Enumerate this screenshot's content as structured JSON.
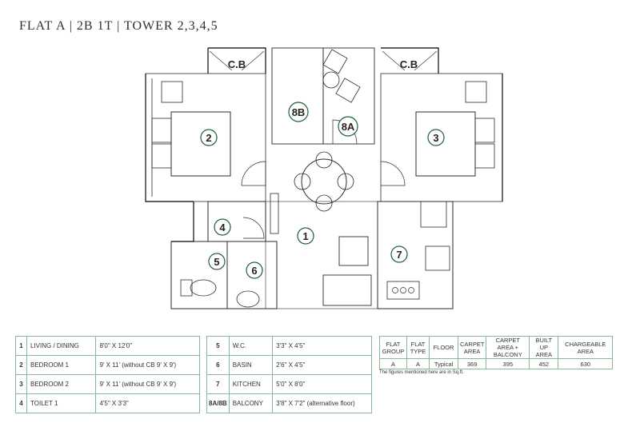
{
  "title": "FLAT A | 2B 1T | TOWER 2,3,4,5",
  "plan_labels": {
    "cb_left": "C.B",
    "cb_right": "C.B",
    "r1": "1",
    "r2": "2",
    "r3": "3",
    "r4": "4",
    "r5": "5",
    "r6": "6",
    "r7": "7",
    "r8a": "8A",
    "r8b": "8B"
  },
  "colors": {
    "accent": "#1e5f3a",
    "line": "#2b2b2b",
    "table_border": "#8ab79a"
  },
  "rooms_left": [
    {
      "num": "1",
      "name": "LIVING / DINING",
      "size": "8'0\" X 12'0\""
    },
    {
      "num": "2",
      "name": "BEDROOM 1",
      "size": "9' X 11' (without CB 9' X 9')"
    },
    {
      "num": "3",
      "name": "BEDROOM 2",
      "size": "9' X 11' (without CB 9' X 9')"
    },
    {
      "num": "4",
      "name": "TOILET 1",
      "size": "4'5\" X 3'3\""
    }
  ],
  "rooms_right": [
    {
      "num": "5",
      "name": "W.C.",
      "size": "3'3\" X 4'5\""
    },
    {
      "num": "6",
      "name": "BASIN",
      "size": "2'6\" X 4'5\""
    },
    {
      "num": "7",
      "name": "KITCHEN",
      "size": "5'0\" X 8'0\""
    },
    {
      "num": "8A/8B",
      "name": "BALCONY",
      "size": "3'8\" X 7'2\" (alternative floor)"
    }
  ],
  "area_table": {
    "headers": [
      "FLAT GROUP",
      "FLAT TYPE",
      "FLOOR",
      "CARPET AREA",
      "CARPET AREA + BALCONY",
      "BUILT UP AREA",
      "CHARGEABLE AREA"
    ],
    "values": [
      "A",
      "A",
      "Typical",
      "369",
      "395",
      "452",
      "630"
    ]
  },
  "note": "The figures mentioned here are in Sq.ft."
}
